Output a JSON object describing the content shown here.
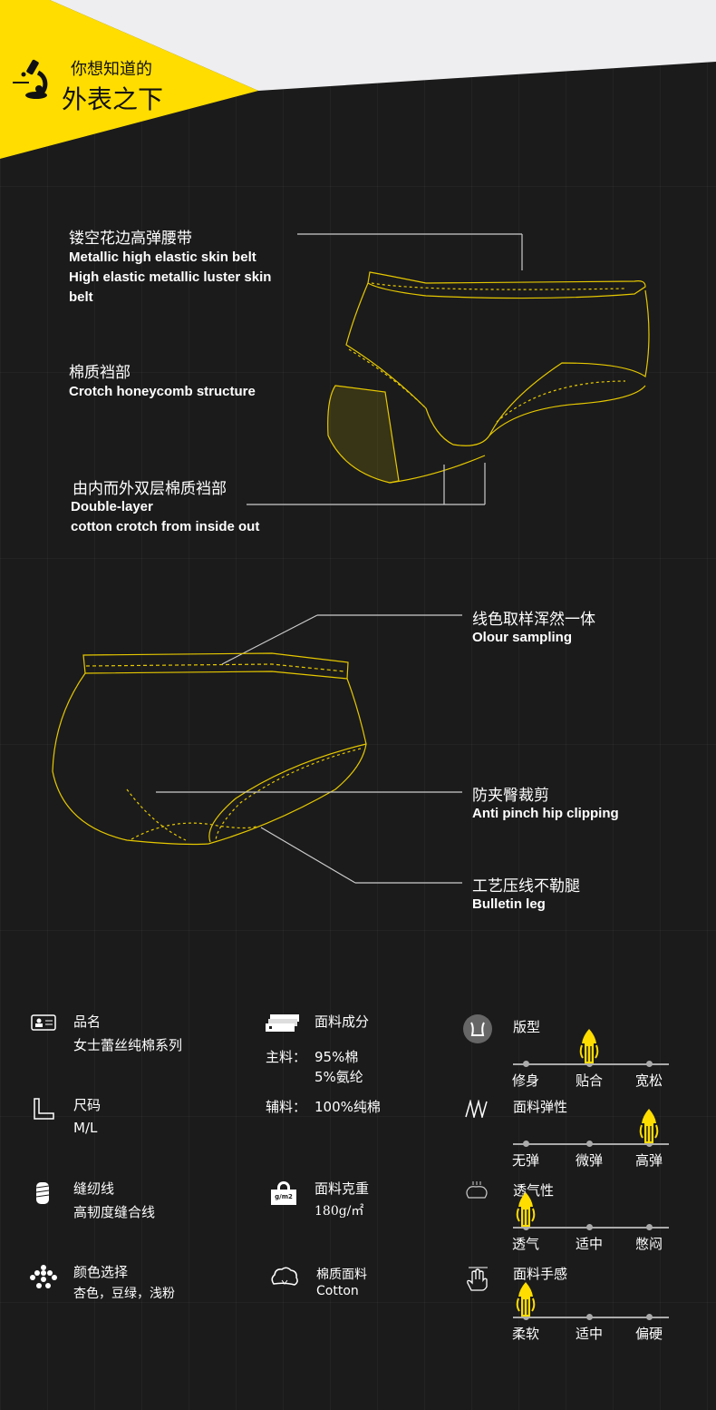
{
  "header": {
    "subtitle": "你想知道的",
    "title": "外表之下"
  },
  "colors": {
    "accent": "#ffdd00",
    "background": "#1b1b1b"
  },
  "callouts": [
    {
      "zh": "镂空花边高弹腰带",
      "en": [
        "Metallic high elastic skin belt",
        "High elastic metallic luster skin",
        "belt"
      ]
    },
    {
      "zh": "棉质裆部",
      "en": [
        "Crotch honeycomb structure"
      ]
    },
    {
      "zh": "由内而外双层棉质裆部",
      "en": [
        "Double-layer",
        "cotton crotch from inside out"
      ]
    },
    {
      "zh": "线色取样浑然一体",
      "en": [
        "Olour sampling"
      ]
    },
    {
      "zh": "防夹臀裁剪",
      "en": [
        "Anti pinch hip clipping"
      ]
    },
    {
      "zh": "工艺压线不勒腿",
      "en": [
        "Bulletin leg"
      ]
    }
  ],
  "specs": {
    "name": {
      "label": "品名",
      "value": "女士蕾丝纯棉系列"
    },
    "size": {
      "label": "尺码",
      "value": "M/L"
    },
    "thread": {
      "label": "缝纫线",
      "value": "高韧度缝合线"
    },
    "color": {
      "label": "颜色选择",
      "value": "杏色，豆绿，浅粉"
    },
    "composition": {
      "label": "面料成分",
      "main_label": "主料：",
      "main_1": "95%棉",
      "main_2": "5%氨纶",
      "aux_label": "辅料：",
      "aux": "100%纯棉"
    },
    "weight": {
      "label": "面料克重",
      "value": "180g/㎡",
      "icon_text": "g/m2"
    },
    "cotton": {
      "label": "棉质面料",
      "value": "Cotton"
    }
  },
  "ratings": [
    {
      "label": "版型",
      "options": [
        "修身",
        "贴合",
        "宽松"
      ],
      "selected": 1
    },
    {
      "label": "面料弹性",
      "options": [
        "无弹",
        "微弹",
        "高弹"
      ],
      "selected": 2
    },
    {
      "label": "透气性",
      "options": [
        "透气",
        "适中",
        "憋闷"
      ],
      "selected": 0
    },
    {
      "label": "面料手感",
      "options": [
        "柔软",
        "适中",
        "偏硬"
      ],
      "selected": 0
    }
  ]
}
